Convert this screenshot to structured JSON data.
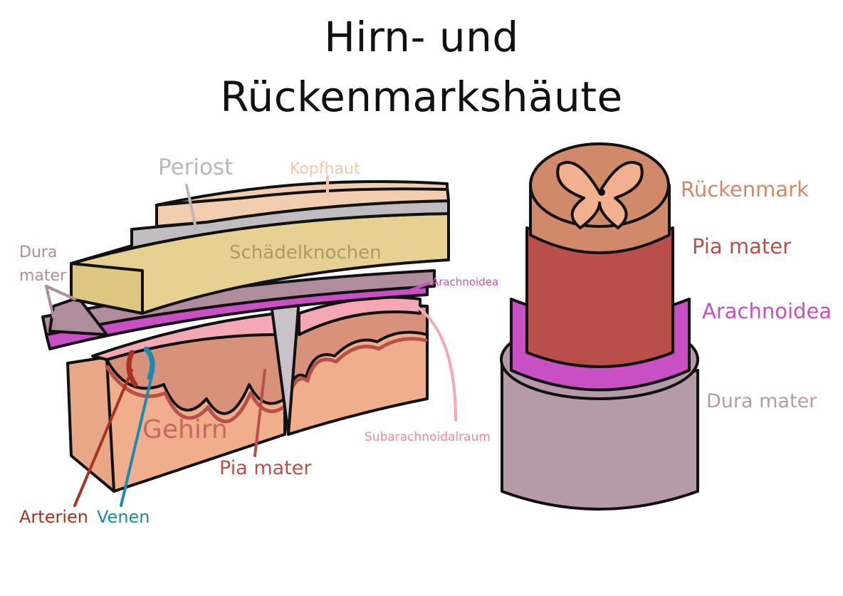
{
  "title": {
    "line1": "Hirn- und",
    "line2": "Rückenmarkshäute"
  },
  "labels": {
    "periost": "Periost",
    "kopfhaut": "Kopfhaut",
    "dura_line1": "Dura",
    "dura_line2": "mater",
    "schaedelknochen": "Schädelknochen",
    "arachnoidea_small": "Arachnoidea",
    "gehirn": "Gehirn",
    "pia_mater_brain": "Pia mater",
    "subarachnoidalraum": "Subarachnoidalraum",
    "arterien": "Arterien",
    "venen": "Venen",
    "rueckenmark": "Rückenmark",
    "pia_mater_spine": "Pia mater",
    "arachnoidea_spine": "Arachnoidea",
    "dura_mater_spine": "Dura mater"
  },
  "colors": {
    "periost": "#b9b7b8",
    "kopfhaut": "#f0c7a8",
    "dura": "#b08d9c",
    "schaedelknochen": "#ad9a64",
    "arachnoidea": "#c84fc4",
    "gehirn": "#c8675f",
    "pia_mater": "#b84f4a",
    "subarachnoidalraum": "#f08a94",
    "arterien": "#a8321f",
    "venen": "#1a8ab0",
    "rueckenmark": "#d08a6a",
    "dura_spine": "#b59aa8"
  }
}
